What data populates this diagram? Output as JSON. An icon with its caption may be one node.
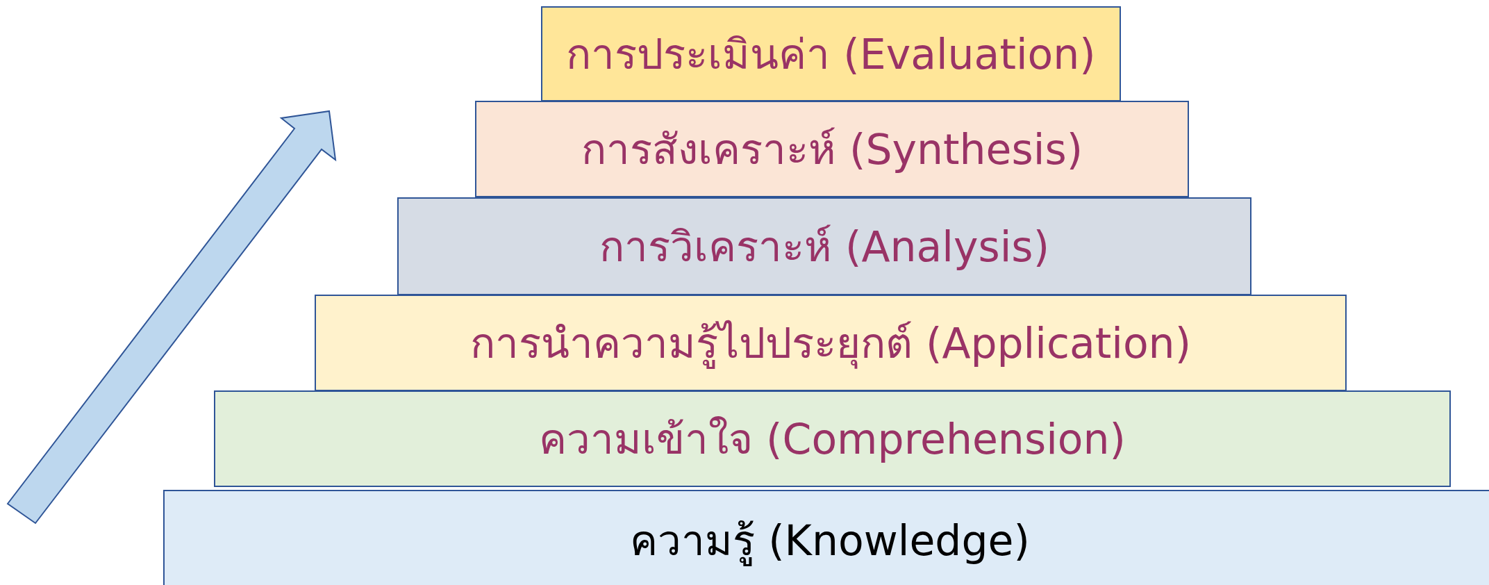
{
  "diagram": {
    "nodes": [
      {
        "text": [
          "การประเมินค่า (Evaluation)"
        ]
      },
      {
        "text": [
          "การสังเคราะห์ (Synthesis)"
        ]
      },
      {
        "text": [
          "การวิเคราะห์ (Analysis)"
        ]
      },
      {
        "text": [
          "การนำความรู้ไปประยุกต์ (Application)"
        ]
      },
      {
        "text": [
          "ความเข้าใจ (Comprehension)"
        ]
      },
      {
        "text": [
          "ความรู้ (Knowledge)"
        ]
      }
    ]
  }
}
